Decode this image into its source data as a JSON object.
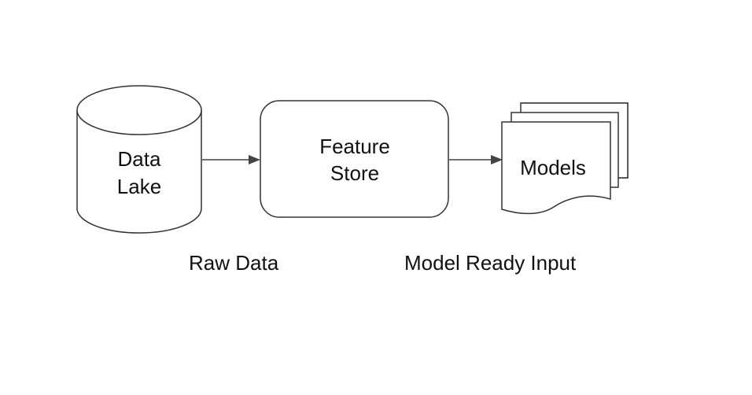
{
  "diagram": {
    "nodes": {
      "data_lake": {
        "shape": "cylinder",
        "line1": "Data",
        "line2": "Lake"
      },
      "feature_store": {
        "shape": "rounded-rectangle",
        "line1": "Feature",
        "line2": "Store"
      },
      "models": {
        "shape": "multi-document",
        "label": "Models"
      }
    },
    "edges": {
      "lake_to_store": {
        "from": "data_lake",
        "to": "feature_store",
        "label": "Raw Data"
      },
      "store_to_models": {
        "from": "feature_store",
        "to": "models",
        "label": "Model Ready Input"
      }
    },
    "colors": {
      "stroke": "#333333",
      "arrow": "#444444",
      "text": "#111111",
      "background": "#ffffff"
    }
  }
}
